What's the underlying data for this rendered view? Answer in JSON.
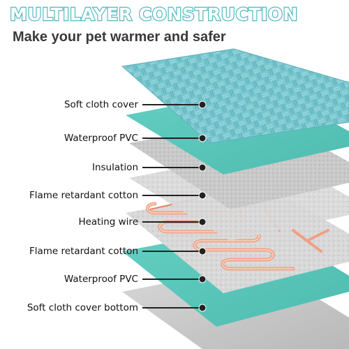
{
  "header": {
    "title": "MULTILAYER CONSTRUCTION",
    "subtitle": "Make your pet warmer and safer"
  },
  "layers": [
    {
      "label": "Soft cloth cover"
    },
    {
      "label": "Waterproof PVC"
    },
    {
      "label": "Insulation"
    },
    {
      "label": "Flame retardant cotton"
    },
    {
      "label": "Heating wire"
    },
    {
      "label": "Flame retardant cotton"
    },
    {
      "label": "Waterproof PVC"
    },
    {
      "label": "Soft cloth cover bottom"
    }
  ],
  "colors": {
    "accent": "#4fb9c0",
    "cloth_cover": "#79c7cf",
    "pvc": "#5fc7bc",
    "insulation": "#c8c8c8",
    "cotton": "#d9d9d9",
    "heating_wire": "#f1a486",
    "bottom_cover": "#cfcfcf"
  }
}
